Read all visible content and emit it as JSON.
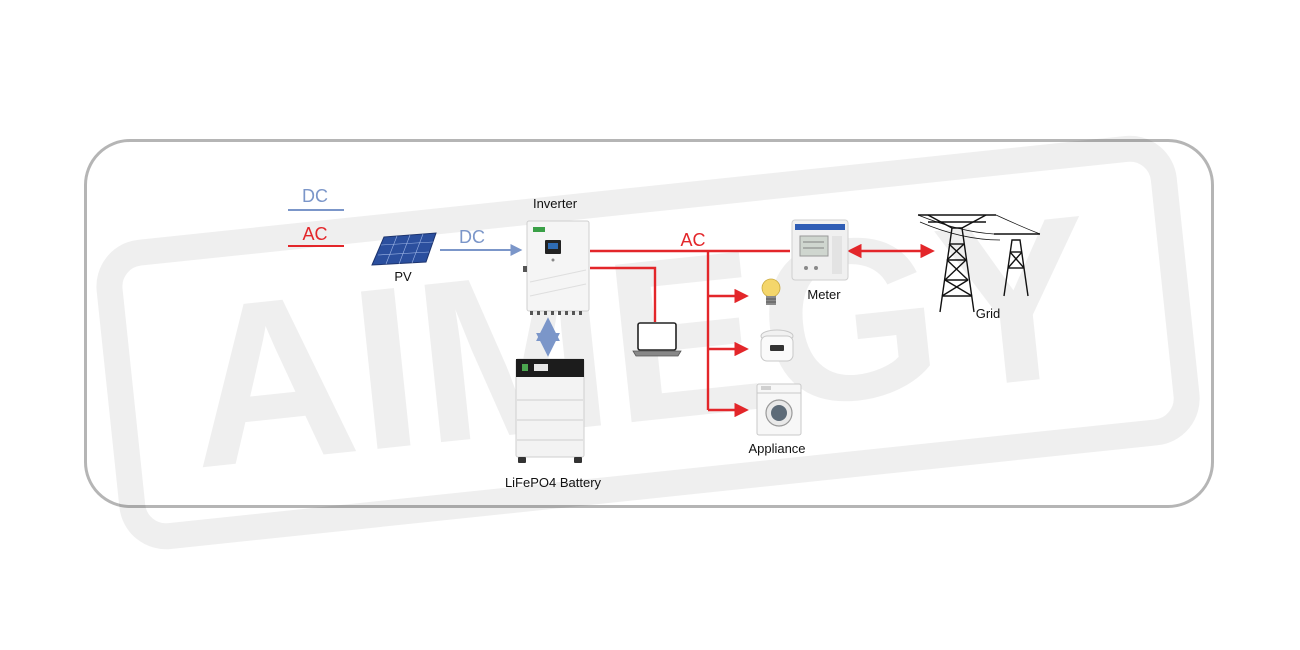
{
  "legend": {
    "dc_label": "DC",
    "ac_label": "AC",
    "dc_color": "#7b96c9",
    "ac_color": "#e3262a"
  },
  "watermark": {
    "text": "AIMEGY"
  },
  "flows": {
    "pv_to_inverter_label": "DC",
    "inverter_to_meter_label": "AC"
  },
  "nodes": {
    "pv": {
      "label": "PV",
      "icon": "solar-panel-icon"
    },
    "inverter": {
      "label": "Inverter",
      "icon": "inverter-icon"
    },
    "battery": {
      "label": "LiFePO4 Battery",
      "icon": "battery-cabinet-icon"
    },
    "laptop": {
      "label": "",
      "icon": "laptop-icon"
    },
    "meter": {
      "label": "Meter",
      "icon": "energy-meter-icon"
    },
    "grid": {
      "label": "Grid",
      "icon": "power-tower-icon"
    },
    "appliance": {
      "label": "Appliance",
      "items": [
        "light-bulb-icon",
        "rice-cooker-icon",
        "washing-machine-icon"
      ]
    }
  }
}
